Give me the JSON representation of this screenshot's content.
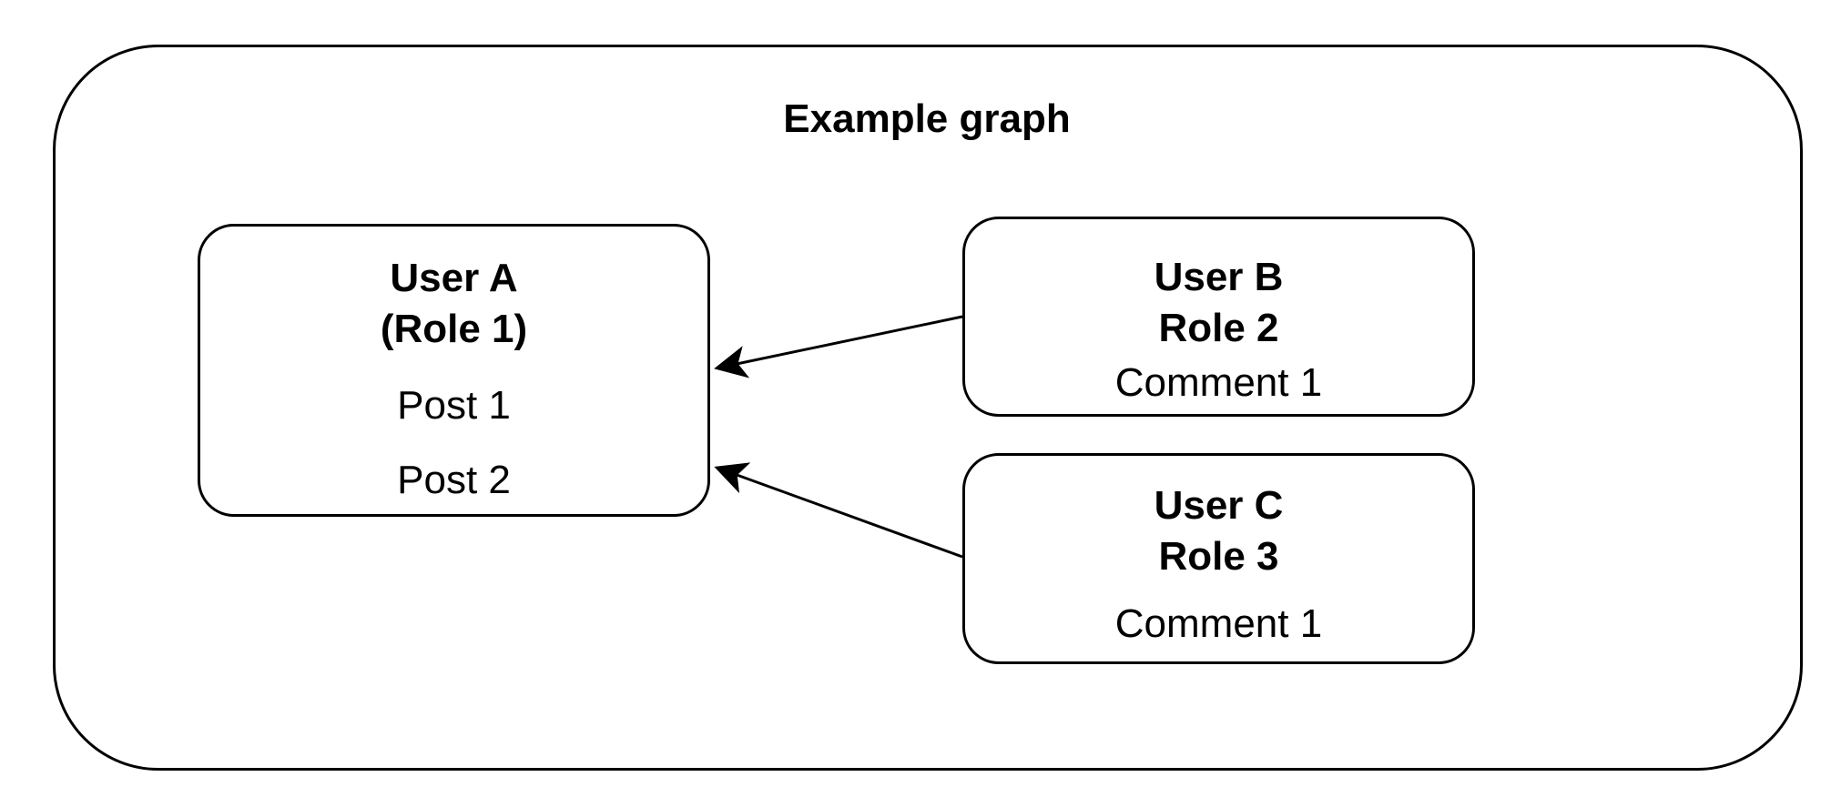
{
  "diagram": {
    "title": "Example graph",
    "nodes": {
      "user_a": {
        "name": "User A",
        "role": "(Role 1)",
        "items": [
          "Post 1",
          "Post 2"
        ]
      },
      "user_b": {
        "name": "User B",
        "role": "Role 2",
        "items": [
          "Comment 1"
        ]
      },
      "user_c": {
        "name": "User C",
        "role": "Role 3",
        "items": [
          "Comment 1"
        ]
      }
    },
    "edges": [
      {
        "from": "user_b",
        "to": "user_a"
      },
      {
        "from": "user_c",
        "to": "user_a"
      }
    ],
    "colors": {
      "stroke": "#000000",
      "background": "#ffffff"
    }
  }
}
